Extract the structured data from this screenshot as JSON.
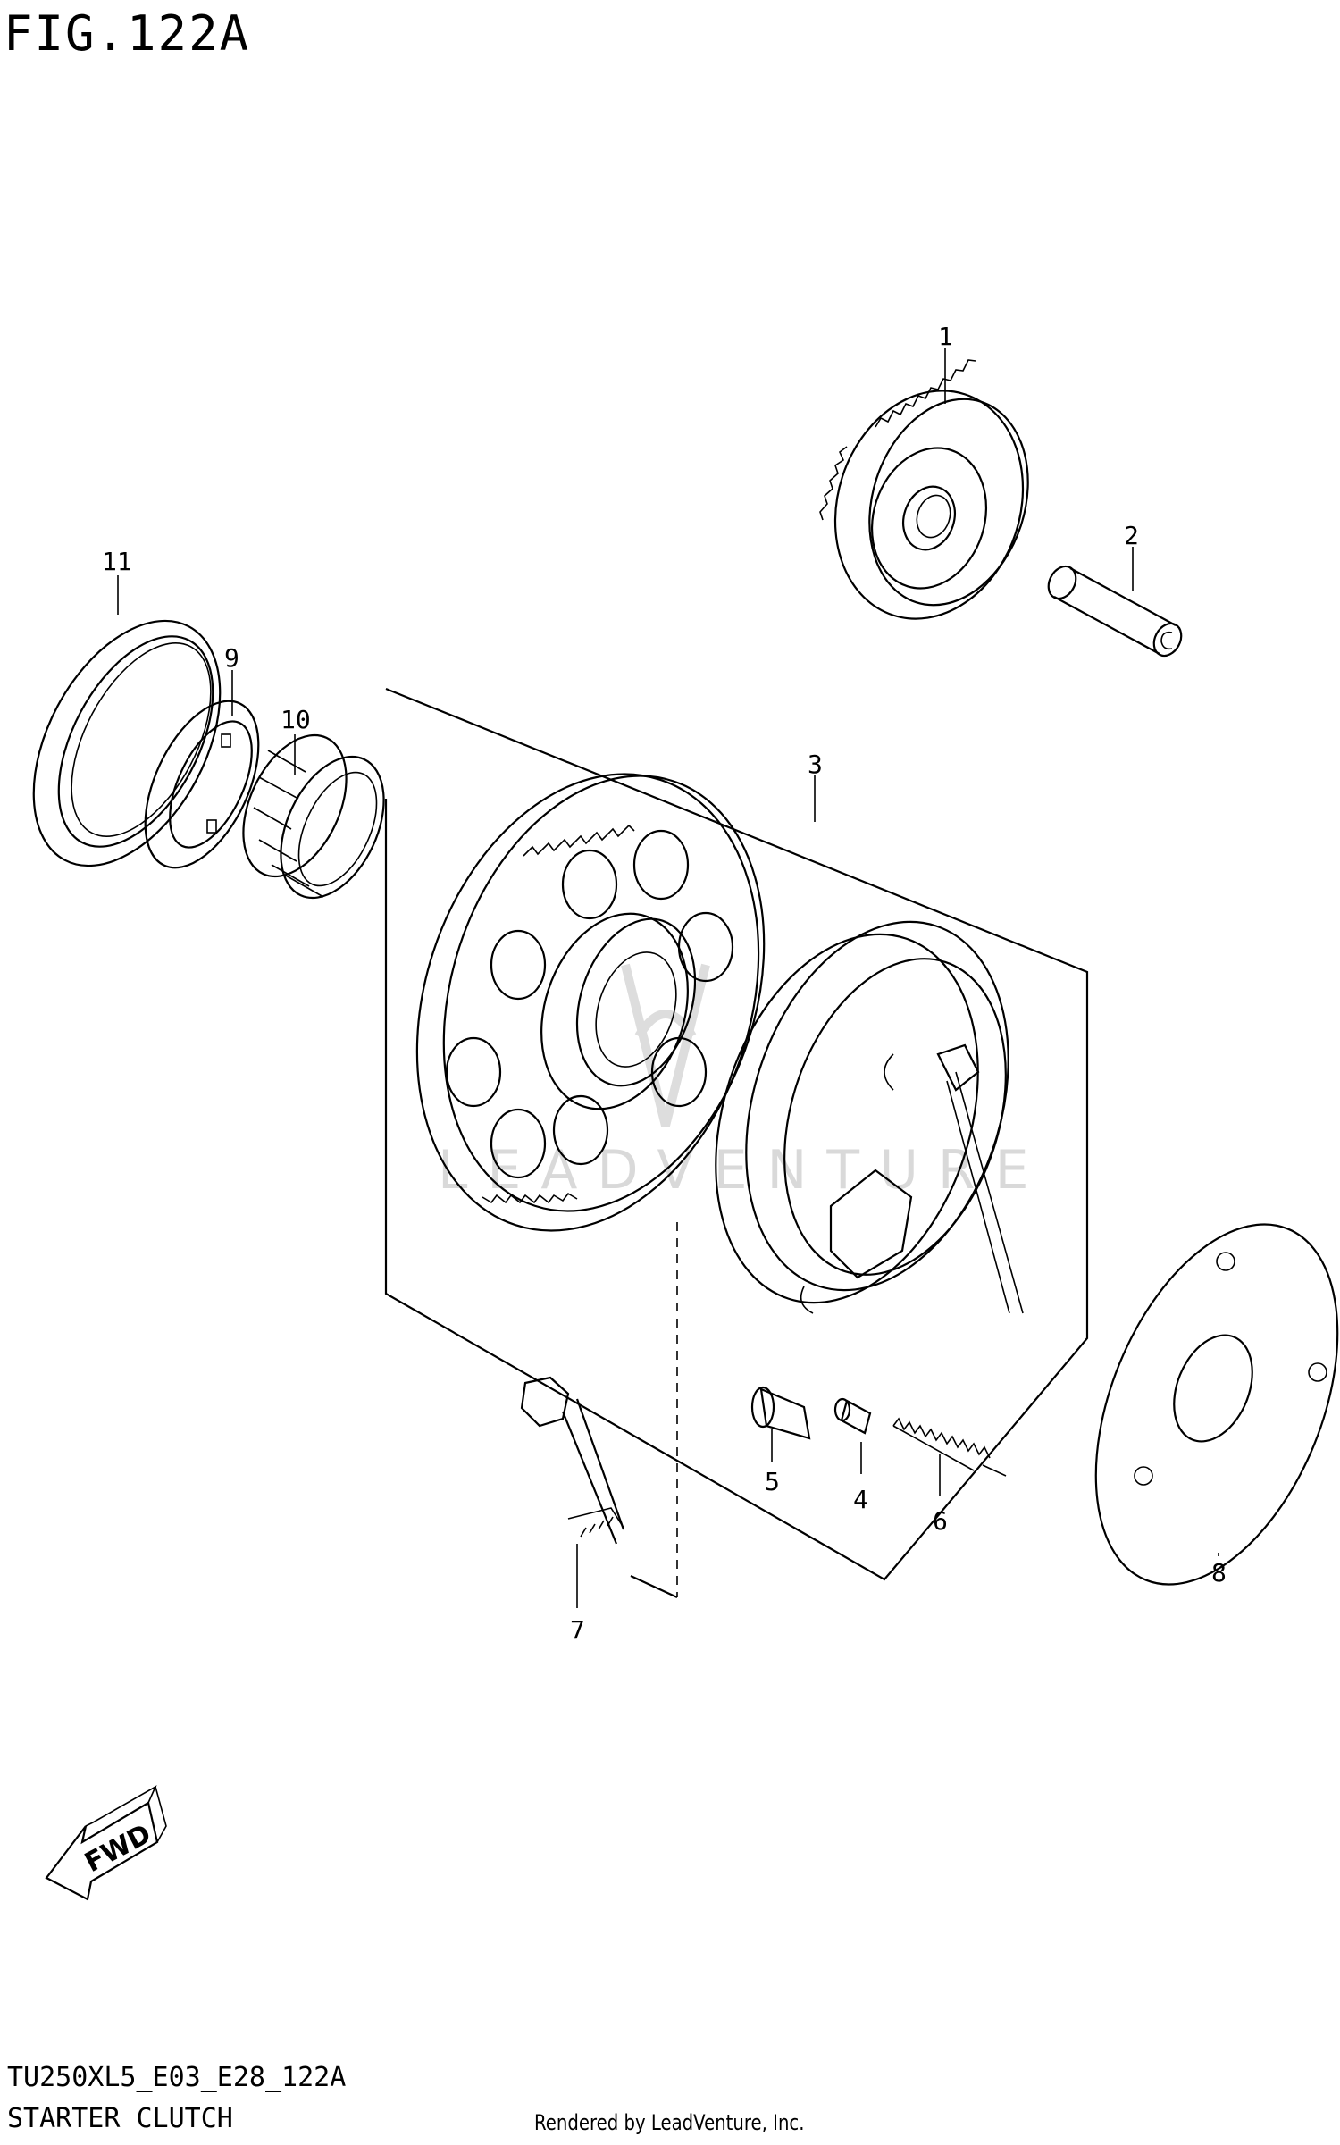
{
  "figure": {
    "title": "FIG.122A",
    "model_code": "TU250XL5_E03_E28_122A",
    "section_name": "STARTER CLUTCH",
    "credit": "Rendered by LeadVenture, Inc.",
    "watermark": "LEADVENTURE",
    "fwd_label": "FWD"
  },
  "callouts": [
    {
      "id": "1",
      "part": "driven-gear"
    },
    {
      "id": "2",
      "part": "shaft"
    },
    {
      "id": "3",
      "part": "starter-clutch-assembly"
    },
    {
      "id": "4",
      "part": "pin"
    },
    {
      "id": "5",
      "part": "roller"
    },
    {
      "id": "6",
      "part": "spring"
    },
    {
      "id": "7",
      "part": "bolt"
    },
    {
      "id": "8",
      "part": "plate"
    },
    {
      "id": "9",
      "part": "washer"
    },
    {
      "id": "10",
      "part": "needle-bearing"
    },
    {
      "id": "11",
      "part": "seal-ring"
    }
  ]
}
